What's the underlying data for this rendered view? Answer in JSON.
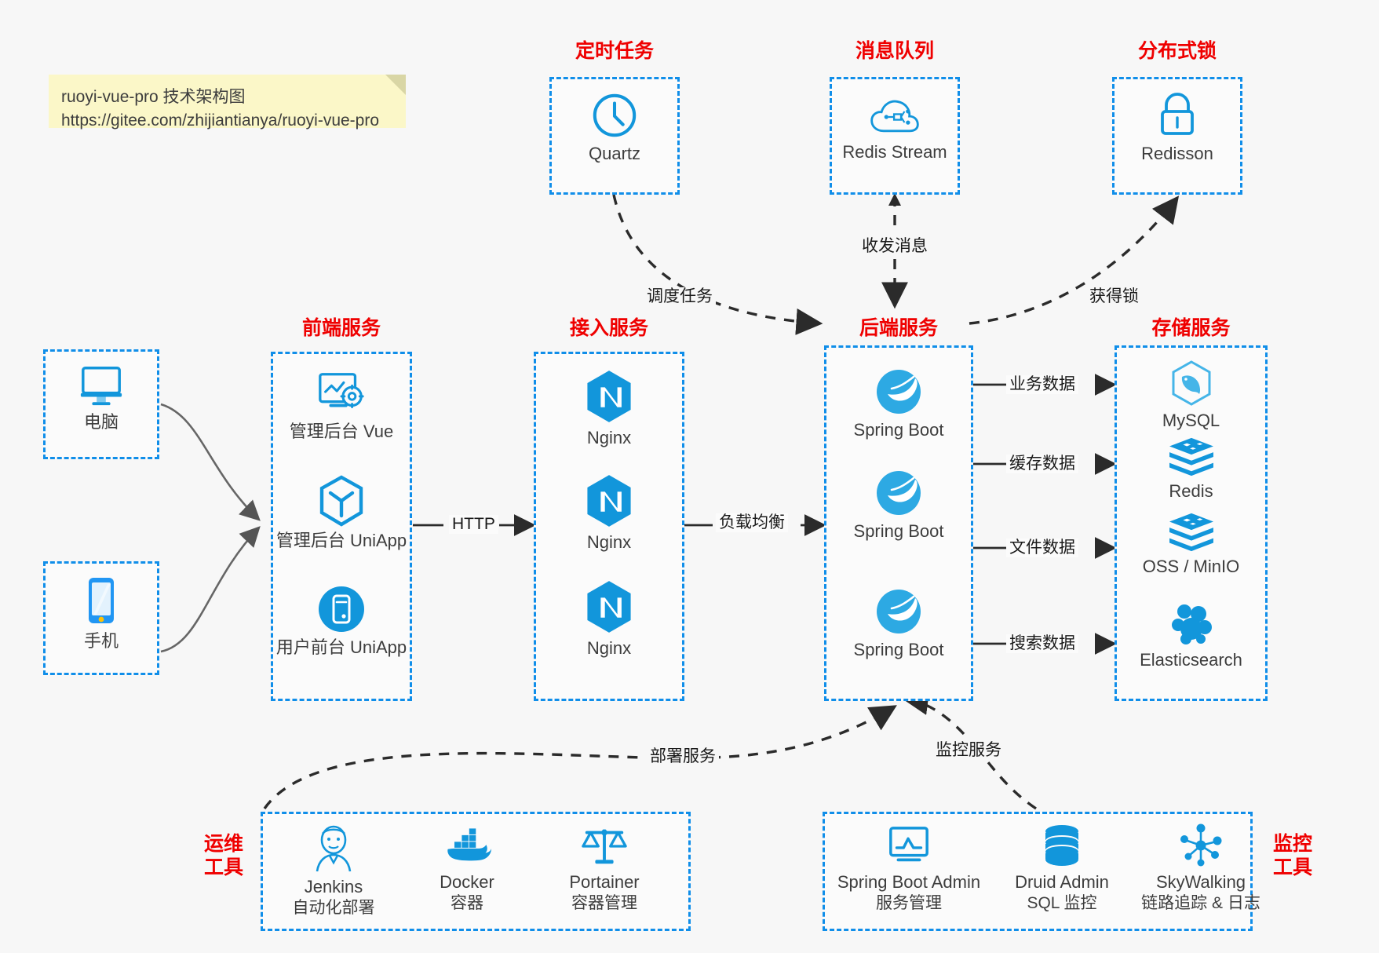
{
  "note": {
    "line1": "ruoyi-vue-pro 技术架构图",
    "line2": "https://gitee.com/zhijiantianya/ruoyi-vue-pro"
  },
  "colors": {
    "group_border": "#108ee9",
    "group_title": "#ef0000",
    "icon_blue": "#1296db",
    "background": "#f7f7f7",
    "note_bg": "#fbf7c8",
    "text": "#3d3d3d"
  },
  "groups": {
    "scheduled_task": {
      "title": "定时任务",
      "nodes": [
        {
          "label": "Quartz",
          "icon": "clock-icon"
        }
      ]
    },
    "message_queue": {
      "title": "消息队列",
      "nodes": [
        {
          "label": "Redis Stream",
          "icon": "cloud-stream-icon"
        }
      ]
    },
    "distributed_lock": {
      "title": "分布式锁",
      "nodes": [
        {
          "label": "Redisson",
          "icon": "padlock-icon"
        }
      ]
    },
    "clients": {
      "nodes": [
        {
          "label": "电脑",
          "icon": "desktop-monitor-icon"
        },
        {
          "label": "手机",
          "icon": "smartphone-icon"
        }
      ]
    },
    "frontend": {
      "title": "前端服务",
      "nodes": [
        {
          "label": "管理后台 Vue",
          "icon": "dashboard-gear-icon"
        },
        {
          "label": "管理后台 UniApp",
          "icon": "cube-icon"
        },
        {
          "label": "用户前台 UniApp",
          "icon": "mobile-app-icon"
        }
      ]
    },
    "access": {
      "title": "接入服务",
      "nodes": [
        {
          "label": "Nginx",
          "icon": "nginx-icon"
        },
        {
          "label": "Nginx",
          "icon": "nginx-icon"
        },
        {
          "label": "Nginx",
          "icon": "nginx-icon"
        }
      ]
    },
    "backend": {
      "title": "后端服务",
      "nodes": [
        {
          "label": "Spring Boot",
          "icon": "spring-leaf-icon"
        },
        {
          "label": "Spring Boot",
          "icon": "spring-leaf-icon"
        },
        {
          "label": "Spring Boot",
          "icon": "spring-leaf-icon"
        }
      ]
    },
    "storage": {
      "title": "存储服务",
      "nodes": [
        {
          "label": "MySQL",
          "icon": "mysql-dolphin-icon"
        },
        {
          "label": "Redis",
          "icon": "redis-stack-icon"
        },
        {
          "label": "OSS / MinIO",
          "icon": "redis-stack-icon"
        },
        {
          "label": "Elasticsearch",
          "icon": "elasticsearch-icon"
        }
      ]
    },
    "devops": {
      "title_line1": "运维",
      "title_line2": "工具",
      "nodes": [
        {
          "label": "Jenkins",
          "sub": "自动化部署",
          "icon": "jenkins-butler-icon"
        },
        {
          "label": "Docker",
          "sub": "容器",
          "icon": "docker-whale-icon"
        },
        {
          "label": "Portainer",
          "sub": "容器管理",
          "icon": "scales-icon"
        }
      ]
    },
    "monitor": {
      "title_line1": "监控",
      "title_line2": "工具",
      "nodes": [
        {
          "label": "Spring Boot Admin",
          "sub": "服务管理",
          "icon": "monitor-chart-icon"
        },
        {
          "label": "Druid Admin",
          "sub": "SQL 监控",
          "icon": "database-cylinder-icon"
        },
        {
          "label": "SkyWalking",
          "sub": "链路追踪 & 日志",
          "icon": "network-nodes-icon"
        }
      ]
    }
  },
  "edges": {
    "http": "HTTP",
    "load_balance": "负载均衡",
    "schedule_task": "调度任务",
    "send_receive_message": "收发消息",
    "acquire_lock": "获得锁",
    "business_data": "业务数据",
    "cache_data": "缓存数据",
    "file_data": "文件数据",
    "search_data": "搜索数据",
    "deploy_service": "部署服务",
    "monitor_service": "监控服务"
  }
}
